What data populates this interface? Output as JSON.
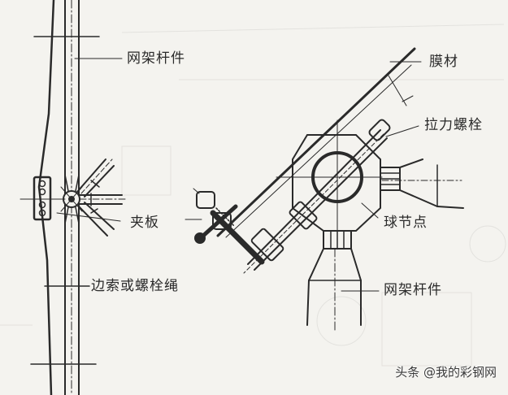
{
  "diagram": {
    "type": "engineering-detail-drawing",
    "description": "Membrane structure edge connection details to space-frame members",
    "colors": {
      "background": "#f4f3ef",
      "line": "#2a2a2a",
      "label": "#2a2a2a"
    },
    "left_detail": {
      "labels": {
        "frame_member": "网架杆件",
        "clamp_plate": "夹板",
        "edge_cable": "边索或螺栓绳"
      }
    },
    "right_detail": {
      "labels": {
        "membrane": "膜材",
        "tension_bolt": "拉力螺栓",
        "ball_joint": "球节点",
        "frame_member": "网架杆件"
      }
    }
  },
  "watermark": {
    "text": "头条 @我的彩钢网"
  }
}
